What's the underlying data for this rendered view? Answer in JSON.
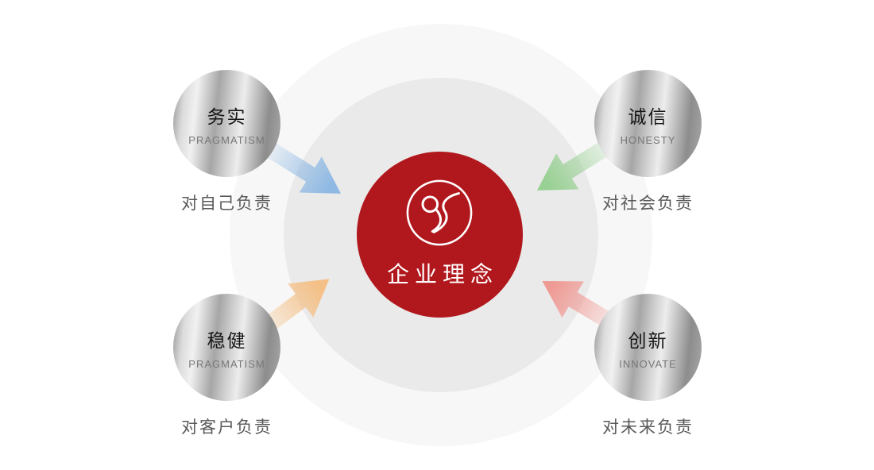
{
  "center": {
    "title": "企业理念",
    "circle_color": "#b1181d",
    "logo": "swirl-logo"
  },
  "nodes": [
    {
      "position": "top-left",
      "label_cn": "务实",
      "label_en": "PRAGMATISM",
      "caption": "对自己负责",
      "arrow_color": "#8fb9e3"
    },
    {
      "position": "top-right",
      "label_cn": "诚信",
      "label_en": "HONESTY",
      "caption": "对社会负责",
      "arrow_color": "#99d094"
    },
    {
      "position": "bottom-left",
      "label_cn": "稳健",
      "label_en": "PRAGMATISM",
      "caption": "对客户负责",
      "arrow_color": "#f4c087"
    },
    {
      "position": "bottom-right",
      "label_cn": "创新",
      "label_en": "INNOVATE",
      "caption": "对未来负责",
      "arrow_color": "#ef9b95"
    }
  ],
  "colors": {
    "halo_outer": "#f7f7f7",
    "halo_inner": "#eaeaea",
    "metal_dark": "#8e8e8e",
    "metal_light": "#f1f1f1",
    "caption_text": "#595959"
  }
}
